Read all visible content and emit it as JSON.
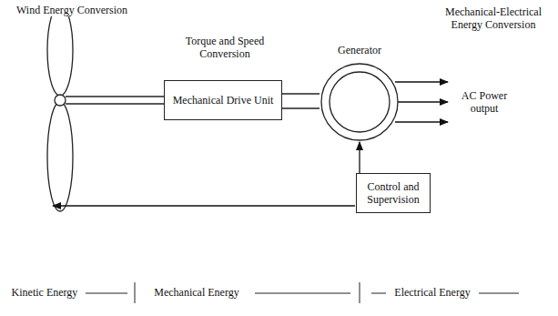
{
  "diagram": {
    "nodes": [
      {
        "text": [
          "Mechanical Drive Unit"
        ]
      },
      {
        "text": [
          "Generator"
        ]
      },
      {
        "text": [
          "Control and Supervision"
        ]
      }
    ],
    "edges": [
      {
        "from": 0,
        "to": 1,
        "arrow": "none"
      },
      {
        "from": 2,
        "to": 1,
        "arrow": "to"
      }
    ],
    "labels": [
      "Wind Energy Conversion",
      "Torque and Speed Conversion",
      "Mechanical-Electrical Energy Conversion",
      "AC Power output",
      "Kinetic Energy",
      "Mechanical Energy",
      "Electrical Energy"
    ]
  }
}
